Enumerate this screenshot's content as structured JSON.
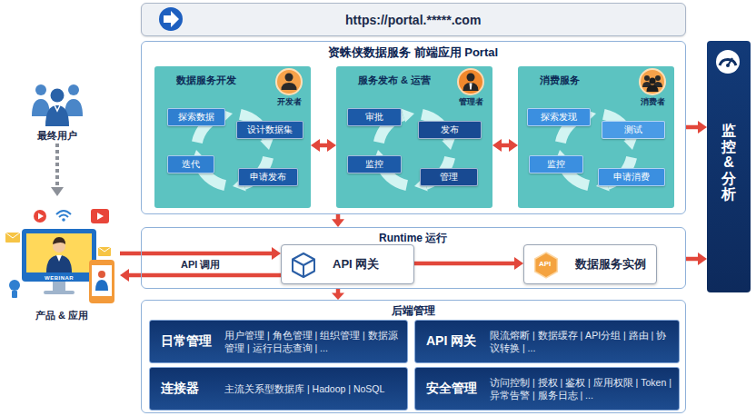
{
  "diagram": {
    "nodes": [
      {
        "text": [
          "https://portal.*****.com"
        ]
      },
      {
        "text": [
          "资蛛侠数据服务 前端应用 Portal"
        ]
      },
      {
        "text": [
          "数据服务开发",
          "开发者"
        ],
        "in": 1
      },
      {
        "text": [
          "探索数据"
        ],
        "in": 2
      },
      {
        "text": [
          "设计数据集"
        ],
        "in": 2
      },
      {
        "text": [
          "迭代"
        ],
        "in": 2
      },
      {
        "text": [
          "申请发布"
        ],
        "in": 2
      },
      {
        "text": [
          "服务发布 & 运营",
          "管理者"
        ],
        "in": 1
      },
      {
        "text": [
          "审批"
        ],
        "in": 7
      },
      {
        "text": [
          "发布"
        ],
        "in": 7
      },
      {
        "text": [
          "监控"
        ],
        "in": 7
      },
      {
        "text": [
          "管理"
        ],
        "in": 7
      },
      {
        "text": [
          "消费服务",
          "消费者"
        ],
        "in": 1
      },
      {
        "text": [
          "探索发现"
        ],
        "in": 12
      },
      {
        "text": [
          "测试"
        ],
        "in": 12
      },
      {
        "text": [
          "监控"
        ],
        "in": 12
      },
      {
        "text": [
          "申请消费"
        ],
        "in": 12
      },
      {
        "text": [
          "监控&分析"
        ]
      },
      {
        "text": [
          "Runtime 运行"
        ]
      },
      {
        "text": [
          "API 网关"
        ],
        "in": 18
      },
      {
        "text": [
          "数据服务实例"
        ],
        "in": 18
      },
      {
        "text": [
          "后端管理"
        ]
      },
      {
        "text": [
          "日常管理",
          "用户管理 | 角色管理 | 组织管理 | 数据源管理 | 运行日志查询 | ..."
        ],
        "in": 21
      },
      {
        "text": [
          "API 网关",
          "限流熔断 | 数据缓存 | API分组 | 路由 | 协议转换 | ..."
        ],
        "in": 21
      },
      {
        "text": [
          "连接器",
          "主流关系型数据库 | Hadoop | NoSQL"
        ],
        "in": 21
      },
      {
        "text": [
          "安全管理",
          "访问控制 | 授权 | 鉴权 | 应用权限 | Token | 异常告警 | 服务日志 | ..."
        ],
        "in": 21
      },
      {
        "text": [
          "最终用户"
        ]
      },
      {
        "text": [
          "产品 & 应用"
        ]
      }
    ],
    "edges": [
      {
        "from": 2,
        "to": 7,
        "arrow": "both"
      },
      {
        "from": 7,
        "to": 12,
        "arrow": "both"
      },
      {
        "from": 1,
        "to": 17,
        "arrow": "to"
      },
      {
        "from": 1,
        "to": 18,
        "arrow": "to"
      },
      {
        "from": 18,
        "to": 17,
        "arrow": "to"
      },
      {
        "from": 27,
        "to": 19,
        "arrow": "to",
        "label": "API 调用"
      },
      {
        "from": 19,
        "to": 27,
        "arrow": "to"
      },
      {
        "from": 19,
        "to": 20,
        "arrow": "to"
      },
      {
        "from": 18,
        "to": 21,
        "arrow": "to"
      },
      {
        "from": 26,
        "to": 27,
        "arrow": "to"
      }
    ],
    "labels": [
      "WEBINAR",
      "API"
    ]
  }
}
